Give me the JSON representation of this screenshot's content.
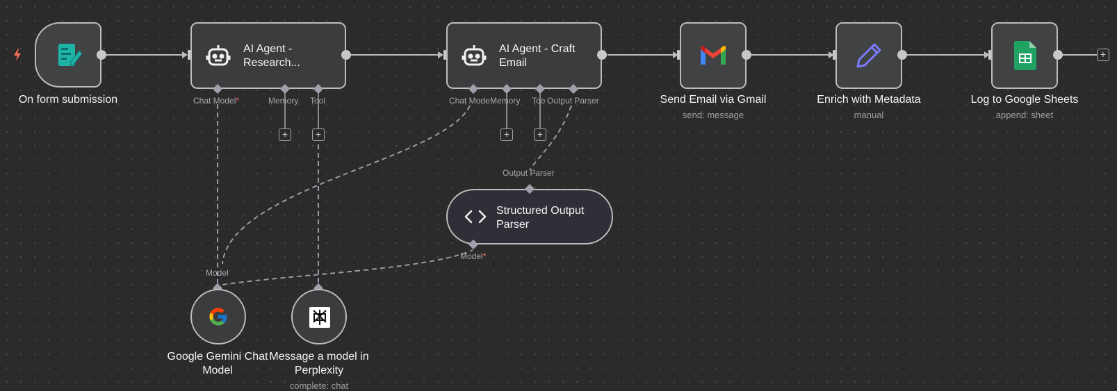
{
  "nodes": {
    "trigger": {
      "title": "On form submission"
    },
    "agent_research": {
      "title": "AI Agent - Research...",
      "ports": {
        "chat_model": "Chat Model",
        "memory": "Memory",
        "tool": "Tool"
      }
    },
    "agent_email": {
      "title": "AI Agent - Craft Email",
      "ports": {
        "chat_model": "Chat Mode",
        "memory": "Memory",
        "tool": "Too",
        "output_parser": "Output Parser"
      }
    },
    "gmail": {
      "title": "Send Email via Gmail",
      "subtitle": "send: message"
    },
    "enrich": {
      "title": "Enrich with Metadata",
      "subtitle": "manual"
    },
    "sheets": {
      "title": "Log to Google Sheets",
      "subtitle": "append: sheet"
    },
    "parser": {
      "title": "Structured Output Parser",
      "input_label": "Output Parser",
      "port_model": "Model"
    },
    "gemini": {
      "title": "Google Gemini Chat Model",
      "input_label": "Model"
    },
    "perplexity": {
      "title": "Message a model in Perplexity",
      "subtitle": "complete: chat"
    }
  },
  "required_marker": "*",
  "plus_symbol": "+",
  "colors": {
    "canvas": "#2b2b2b",
    "node_border": "#bdbdbd",
    "form_icon": "#1fb4a8",
    "pen_icon": "#7b7bff",
    "sheets_icon": "#1ea362",
    "trigger_bolt": "#ff6d5a"
  },
  "icons": {
    "trigger": "form-icon",
    "agent": "robot-icon",
    "gmail": "gmail-icon",
    "enrich": "pen-icon",
    "sheets": "google-sheets-icon",
    "parser": "code-brackets-icon",
    "gemini": "google-g-icon",
    "perplexity": "perplexity-icon"
  }
}
